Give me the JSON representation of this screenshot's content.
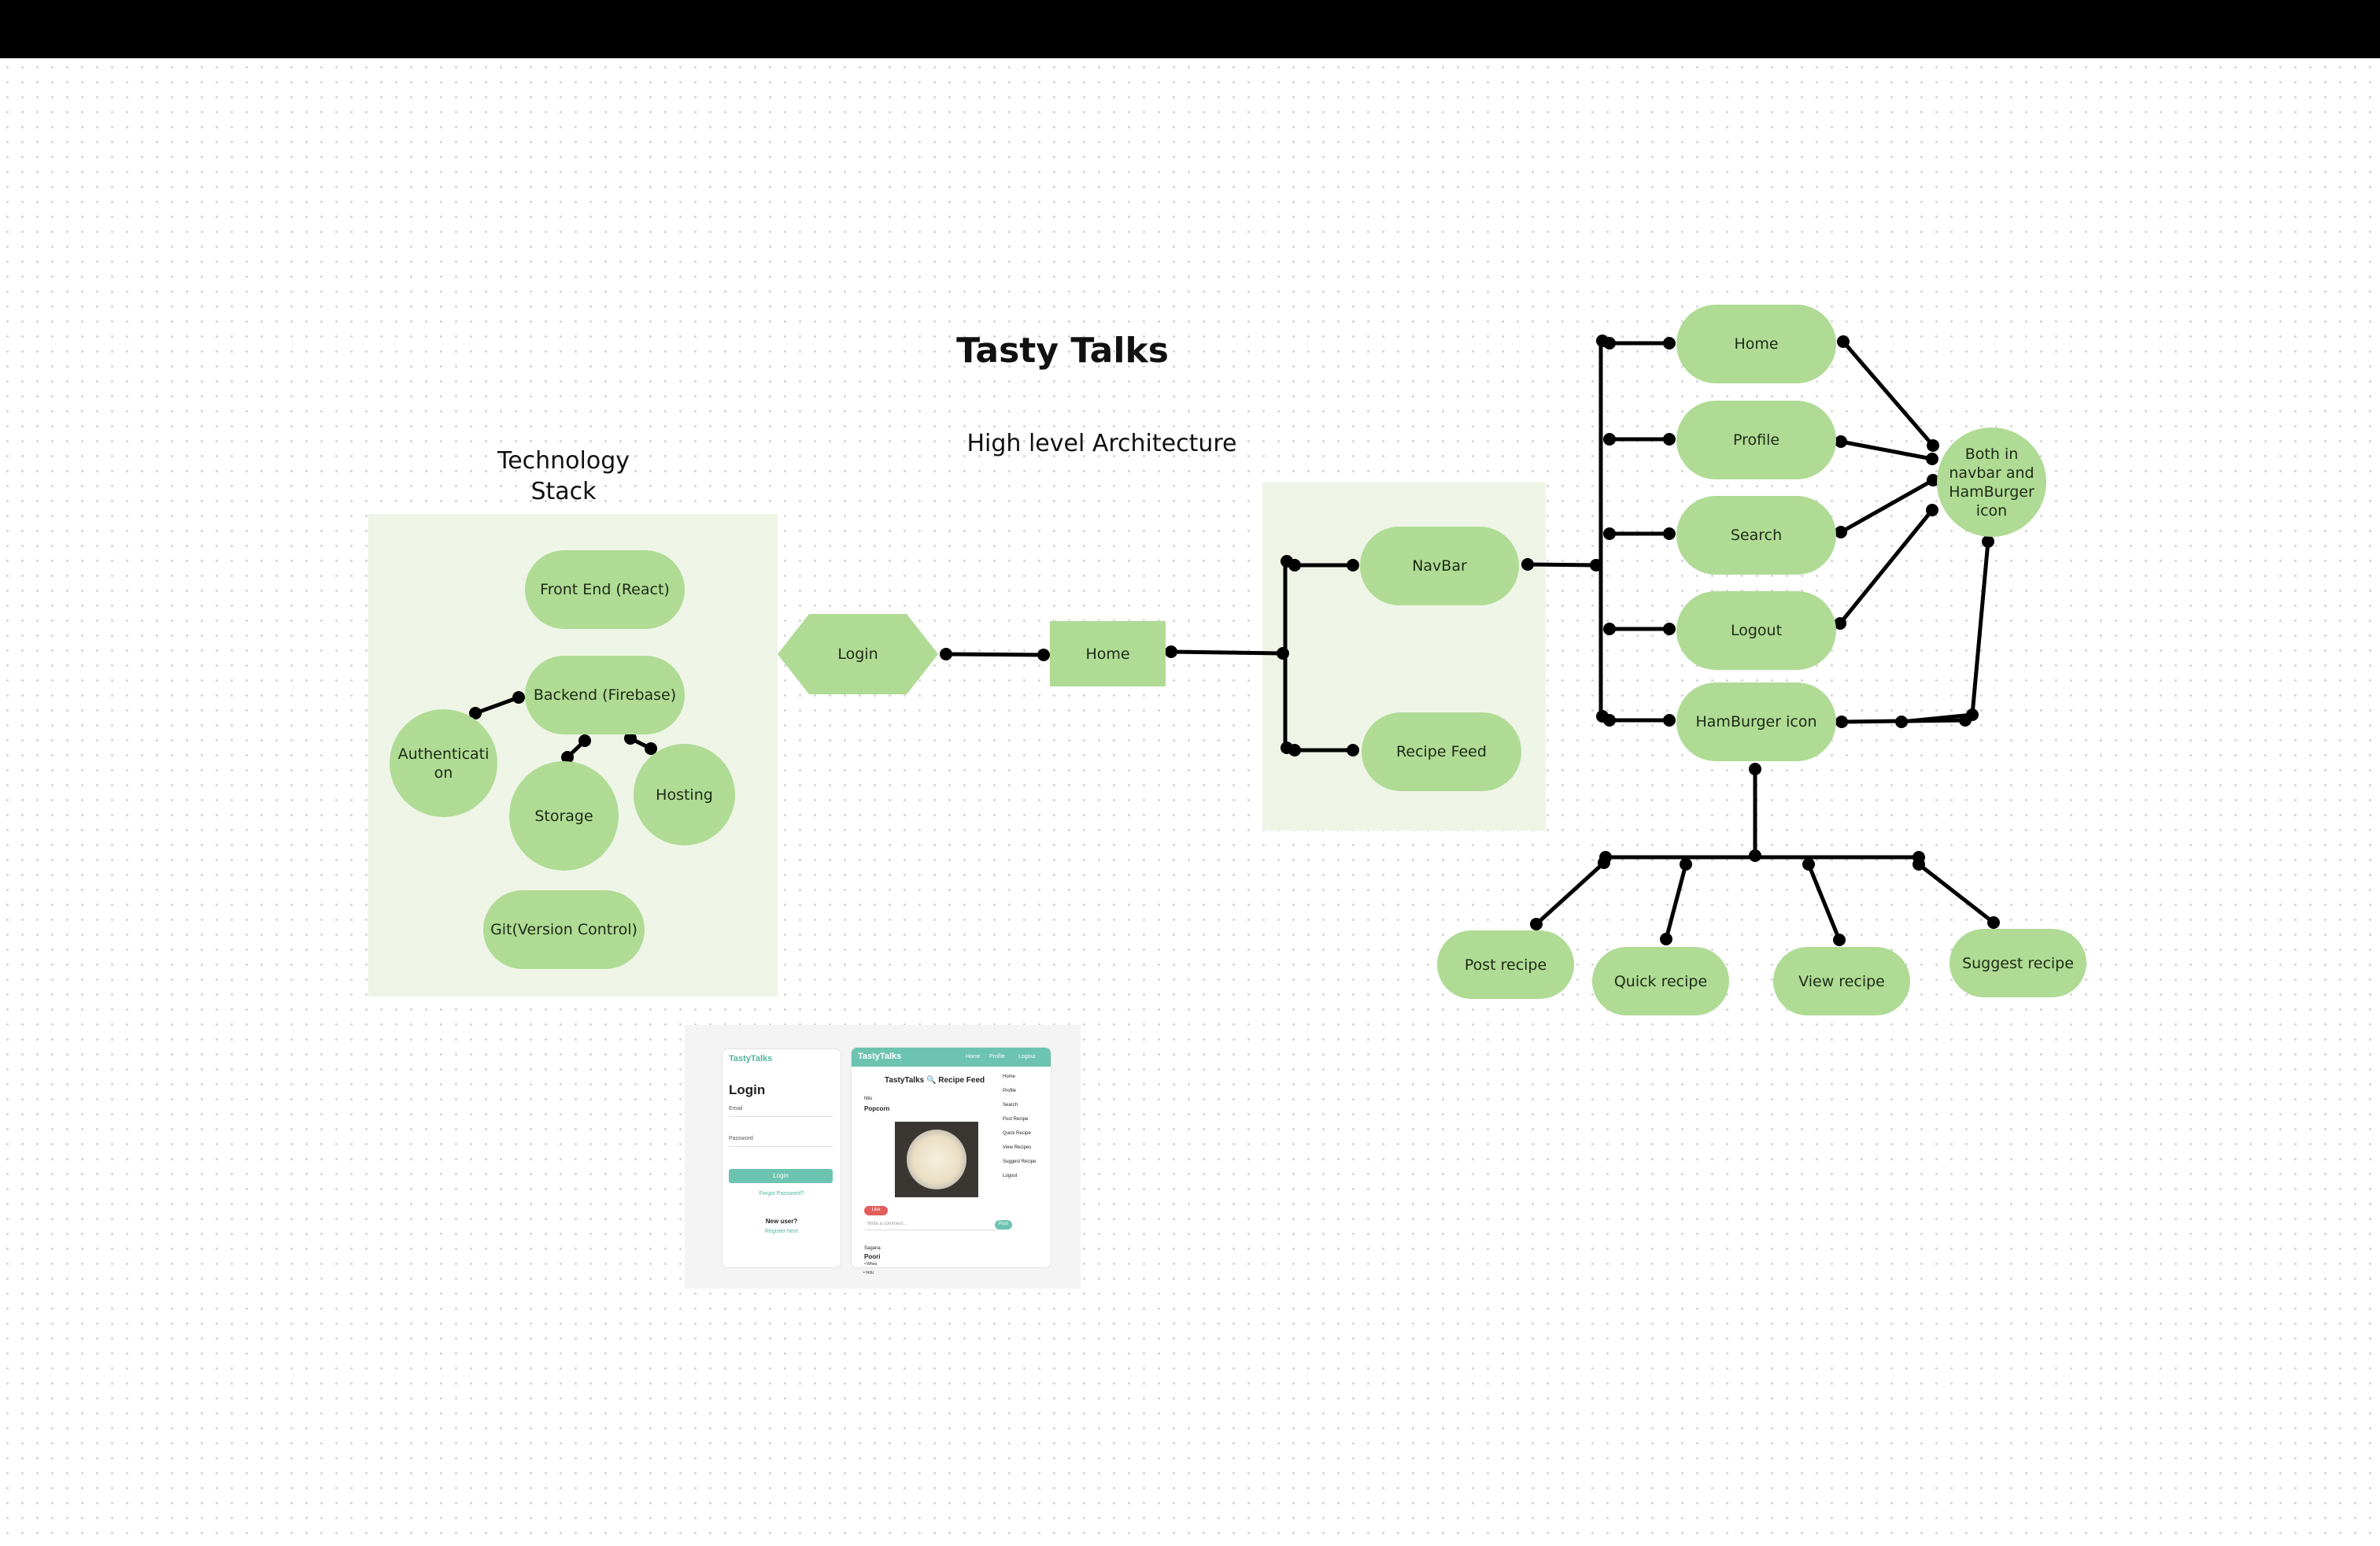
{
  "diagram": {
    "title": "Tasty Talks",
    "subtitle": "High level Architecture",
    "stack_title": "Technology\nStack",
    "tech_stack": {
      "front_end": "Front End (React)",
      "backend": "Backend (Firebase)",
      "authentication": "Authenticati on",
      "storage": "Storage",
      "hosting": "Hosting",
      "git": "Git(Version Control)"
    },
    "flow": {
      "login": "Login",
      "home": "Home",
      "navbar": "NavBar",
      "recipe_feed": "Recipe Feed"
    },
    "nav_items": {
      "home": "Home",
      "profile": "Profile",
      "search": "Search",
      "logout": "Logout",
      "hamburger": "HamBurger icon"
    },
    "both_note": "Both in navbar and HamBurger icon",
    "hamburger_items": {
      "post": "Post recipe",
      "quick": "Quick recipe",
      "view": "View recipe",
      "suggest": "Suggest recipe"
    }
  },
  "screenshot": {
    "login_card": {
      "brand": "TastyTalks",
      "heading": "Login",
      "email_label": "Email",
      "password_label": "Password",
      "login_button": "Login",
      "forgot": "Forgot Password?",
      "new_user": "New user?",
      "register": "Register here"
    },
    "feed_card": {
      "brand": "TastyTalks",
      "nav_home": "Home",
      "nav_profile": "Profile",
      "nav_logout": "Logout",
      "heading": "TastyTalks 🔍 Recipe Feed",
      "post_author": "Ntis",
      "post_title": "Popcorn",
      "like": "Like",
      "comment_placeholder": "Write a comment...",
      "post_button": "Post",
      "post2_author": "Sagana",
      "post2_title": "Poori",
      "post2_line1": "• Whea",
      "post2_line2": "• Indu",
      "menu": [
        "Home",
        "Profile",
        "Search",
        "Post Recipe",
        "Quick Recipe",
        "View Recipes",
        "Suggest Recipe",
        "Logout"
      ]
    }
  },
  "colors": {
    "node_fill": "#afdb95",
    "panel_fill": "#eef5e6",
    "connector": "#000000",
    "teal": "#6cc3b0"
  }
}
